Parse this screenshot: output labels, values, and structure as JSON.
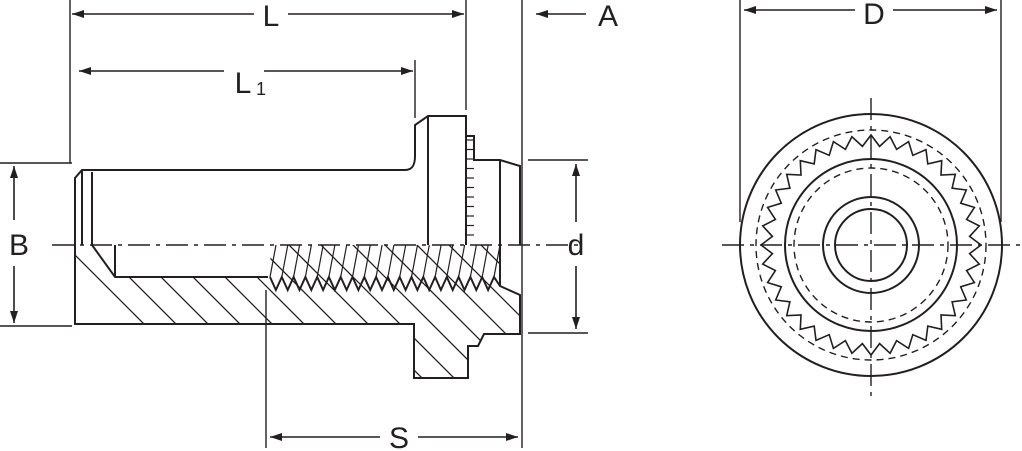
{
  "labels": {
    "L": "L",
    "L1": "L",
    "L1_sub": "1",
    "A": "A",
    "D": "D",
    "B": "B",
    "d": "d",
    "S": "S"
  },
  "colors": {
    "ink": "#231f20",
    "paper": "#ffffff"
  },
  "knurl_teeth": 36,
  "side_thread_count": 19,
  "hatch_count": 16
}
